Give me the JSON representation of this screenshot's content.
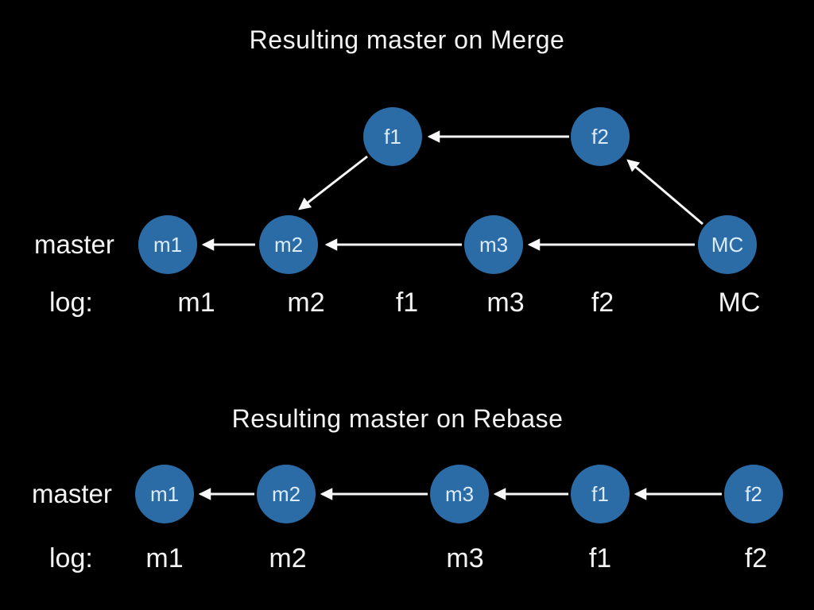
{
  "colors": {
    "background": "#000000",
    "node-fill": "#2b6ca7",
    "node-text": "#dcebf8",
    "text": "#f3f3f3",
    "arrow": "#f8f8f8"
  },
  "merge": {
    "title": "Resulting master on Merge",
    "branch_label": "master",
    "log_label": "log:",
    "nodes": {
      "f1": "f1",
      "f2": "f2",
      "m1": "m1",
      "m2": "m2",
      "m3": "m3",
      "mc": "MC"
    },
    "log_entries": [
      "m1",
      "m2",
      "f1",
      "m3",
      "f2",
      "MC"
    ]
  },
  "rebase": {
    "title": "Resulting master on Rebase",
    "branch_label": "master",
    "log_label": "log:",
    "nodes": {
      "m1": "m1",
      "m2": "m2",
      "m3": "m3",
      "f1": "f1",
      "f2": "f2"
    },
    "log_entries": [
      "m1",
      "m2",
      "m3",
      "f1",
      "f2"
    ]
  },
  "diagram_semantics": {
    "type": "git-commit-graph-comparison",
    "merge_edges": [
      "f2->f1",
      "f1->m2",
      "MC->f2",
      "m2->m1",
      "m3->m2",
      "MC->m3"
    ],
    "rebase_edges": [
      "m2->m1",
      "m3->m2",
      "f1->m3",
      "f2->f1"
    ]
  }
}
